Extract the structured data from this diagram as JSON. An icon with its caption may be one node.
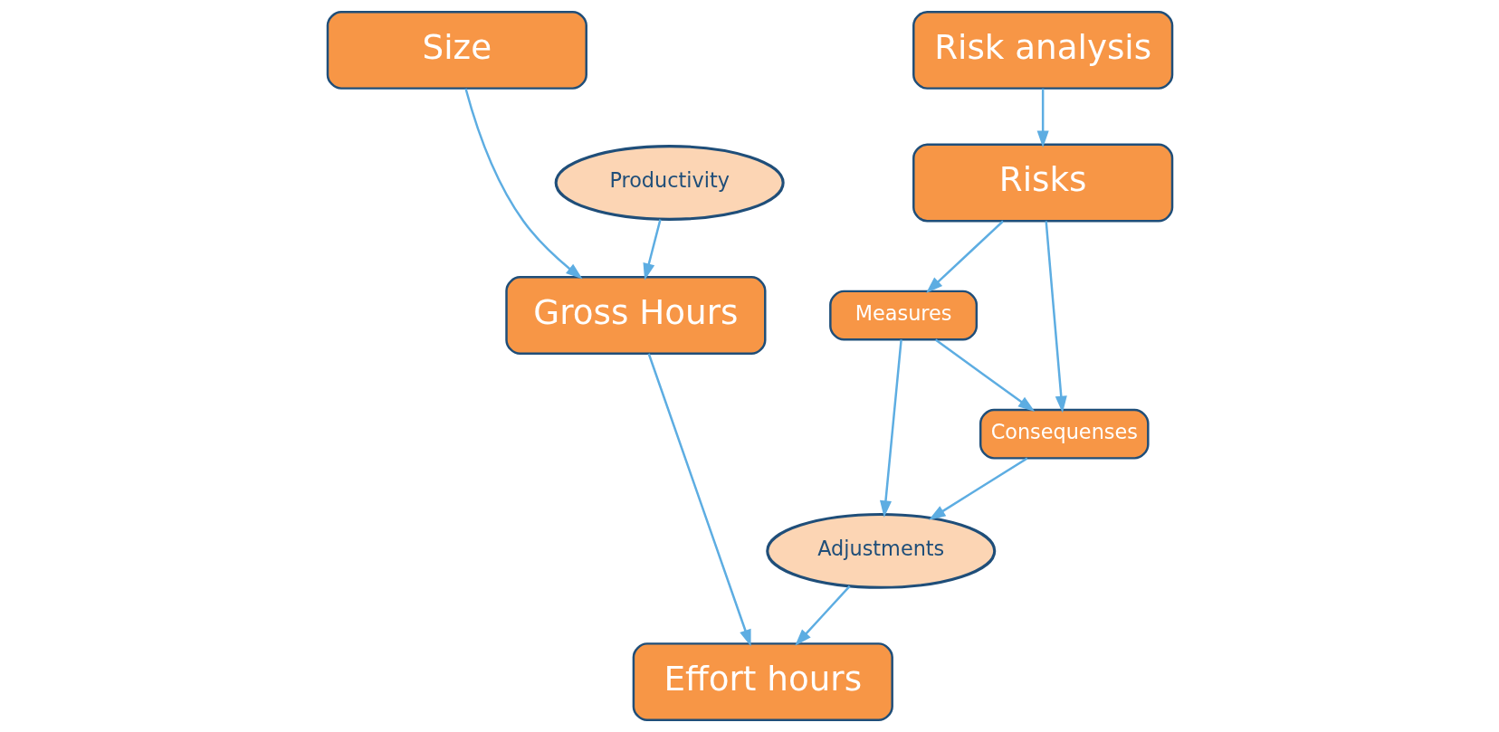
{
  "diagram": {
    "nodes": [
      {
        "text": [
          "Size"
        ]
      },
      {
        "text": [
          "Risk analysis"
        ]
      },
      {
        "text": [
          "Productivity"
        ]
      },
      {
        "text": [
          "Gross Hours"
        ]
      },
      {
        "text": [
          "Risks"
        ]
      },
      {
        "text": [
          "Measures"
        ]
      },
      {
        "text": [
          "Adjustments"
        ]
      },
      {
        "text": [
          "Consequenses"
        ]
      },
      {
        "text": [
          "Effort hours"
        ]
      }
    ],
    "edges": [
      {
        "from": 0,
        "to": 3,
        "arrow": "to"
      },
      {
        "from": 2,
        "to": 3,
        "arrow": "to"
      },
      {
        "from": 1,
        "to": 4,
        "arrow": "to"
      },
      {
        "from": 4,
        "to": 5,
        "arrow": "to"
      },
      {
        "from": 4,
        "to": 7,
        "arrow": "to"
      },
      {
        "from": 5,
        "to": 7,
        "arrow": "to"
      },
      {
        "from": 5,
        "to": 6,
        "arrow": "to"
      },
      {
        "from": 7,
        "to": 6,
        "arrow": "to"
      },
      {
        "from": 3,
        "to": 8,
        "arrow": "to"
      },
      {
        "from": 6,
        "to": 8,
        "arrow": "to"
      }
    ]
  }
}
